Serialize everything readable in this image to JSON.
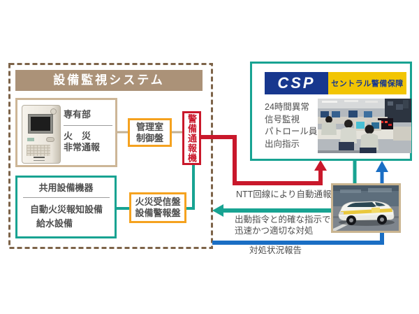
{
  "system": {
    "title": "設備監視システム",
    "private": {
      "heading": "専有部",
      "line1": "火　災",
      "line2": "非常通報"
    },
    "control": {
      "line1": "管理室",
      "line2": "制御盤"
    },
    "transmitter": {
      "label": "警備通報機"
    },
    "shared": {
      "heading": "共用設備機器",
      "line1": "自動火災報知設備",
      "line2": "給水設備"
    },
    "firepanel": {
      "line1": "火災受信盤",
      "line2": "設備警報盤"
    }
  },
  "csp": {
    "logo_acronym": "CSP",
    "logo_name": "セントラル警備保障",
    "desc": [
      "24時間異常",
      "信号監視",
      "パトロール員",
      "出向指示"
    ]
  },
  "flows": {
    "ntt_label": "NTT回線により自動通報",
    "dispatch_line1": "出動指令と的確な指示で",
    "dispatch_line2": "迅速かつ適切な対処",
    "report_label": "対処状況報告"
  },
  "colors": {
    "dashed_border": "#7d6348",
    "title_bg": "#ab9278",
    "tan_border": "#cdb697",
    "tan_line": "#c3b193",
    "orange": "#f5a21f",
    "red": "#c9182b",
    "teal": "#18a392",
    "blue": "#1a6ec4",
    "text": "#4e4e4e",
    "logo_blue": "#17378e",
    "logo_yellow": "#f2c503"
  }
}
